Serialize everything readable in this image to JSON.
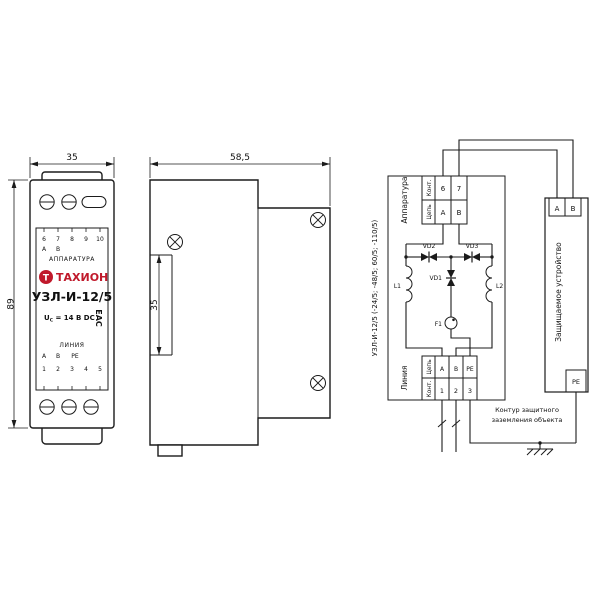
{
  "front_view": {
    "dim_width": "35",
    "dim_height": "89",
    "pins_top": [
      "6",
      "7",
      "8",
      "9",
      "10"
    ],
    "top_circuit_labels": [
      "А",
      "В"
    ],
    "apparatus_label": "АППАРАТУРА",
    "brand_letter": "Т",
    "brand": "ТАХИОН",
    "brand_color": "#c0192b",
    "model": "УЗЛ-И-12/5",
    "uc_u": "U",
    "uc_sub": "C",
    "uc_rest": " = 14 В DC",
    "eac_mark": "ЕАС",
    "line_label": "ЛИНИЯ",
    "line_circuit_labels": [
      "А",
      "В",
      "РЕ"
    ],
    "pins_bottom": [
      "1",
      "2",
      "3",
      "4",
      "5"
    ]
  },
  "side_view": {
    "dim_depth": "58,5",
    "dim_recess": "35"
  },
  "schematic": {
    "model_note": "УЗЛ-И-12/5 (-24/5; -48/5; 60/5; -110/5)",
    "apparatus_block": {
      "label": "Аппаратура",
      "hdr_contact": "Конт.",
      "hdr_circuit": "Цепь",
      "contacts": [
        "6",
        "7"
      ],
      "circuits": [
        "А",
        "В"
      ]
    },
    "line_block": {
      "label": "Линия",
      "hdr_contact": "Конт.",
      "hdr_circuit": "Цепь",
      "circuits": [
        "А",
        "В",
        "РЕ"
      ],
      "contacts": [
        "1",
        "2",
        "3"
      ]
    },
    "components": {
      "vd1": "VD1",
      "vd2": "VD2",
      "vd3": "VD3",
      "l1": "L1",
      "l2": "L2",
      "f1": "F1"
    },
    "protected_device": {
      "label": "Защищаемое устройство",
      "a": "А",
      "b": "В",
      "pe": "РЕ"
    },
    "ground_note_line1": "Контур защитного",
    "ground_note_line2": "заземления объекта"
  }
}
